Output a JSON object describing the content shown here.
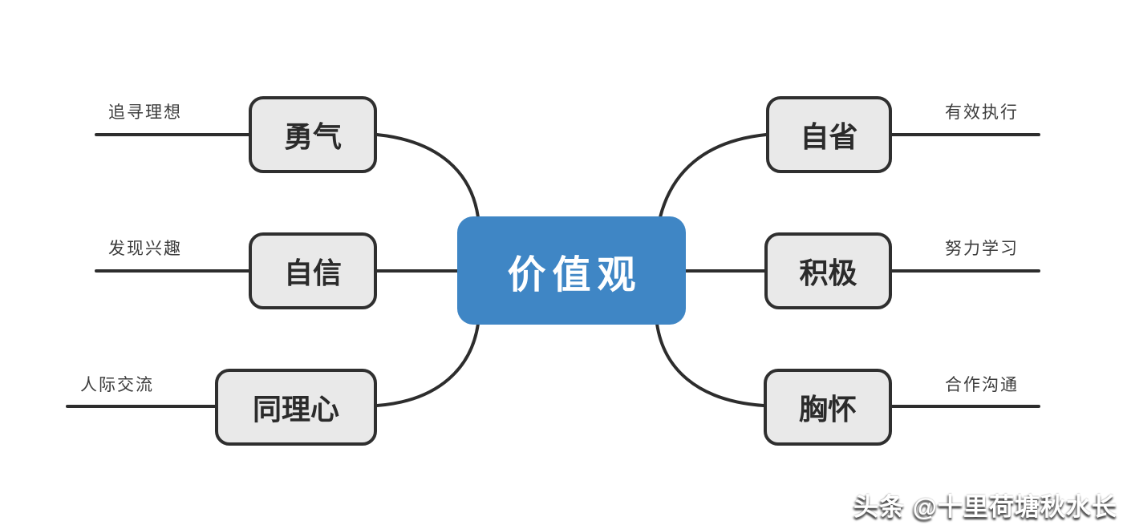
{
  "diagram": {
    "type": "mindmap",
    "center": {
      "label": "价值观"
    },
    "branches": {
      "left": [
        {
          "label": "勇气",
          "sub_label": "追寻理想"
        },
        {
          "label": "自信",
          "sub_label": "发现兴趣"
        },
        {
          "label": "同理心",
          "sub_label": "人际交流"
        }
      ],
      "right": [
        {
          "label": "自省",
          "sub_label": "有效执行"
        },
        {
          "label": "积极",
          "sub_label": "努力学习"
        },
        {
          "label": "胸怀",
          "sub_label": "合作沟通"
        }
      ]
    },
    "colors": {
      "center_bg": "#3f86c5",
      "center_text": "#ffffff",
      "node_bg": "#e9e9e9",
      "node_border": "#2f2f2f",
      "line": "#2d2d2d",
      "label_text": "#3c3c3c"
    }
  },
  "watermark": {
    "text": "头条 @十里荷塘秋水长"
  }
}
